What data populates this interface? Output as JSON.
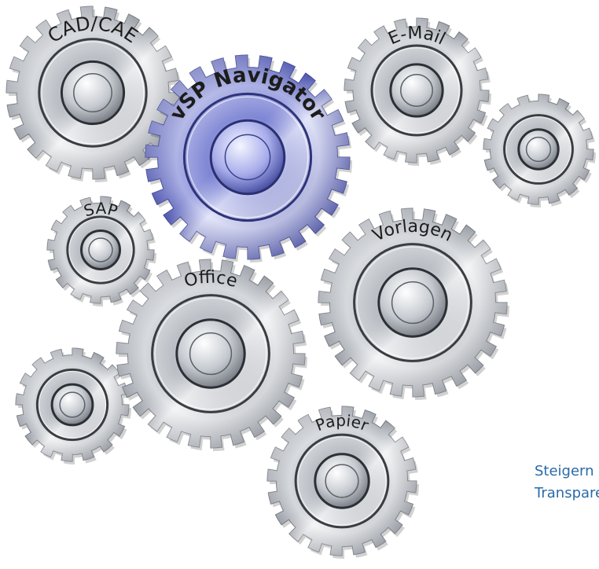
{
  "gears": [
    {
      "id": "cad",
      "label": "CAD/CAE",
      "highlight": false
    },
    {
      "id": "email",
      "label": "E-Mail",
      "highlight": false
    },
    {
      "id": "small-right",
      "label": "",
      "highlight": false
    },
    {
      "id": "vsp",
      "label": "vSP Navigator",
      "highlight": true
    },
    {
      "id": "sap",
      "label": "SAP",
      "highlight": false
    },
    {
      "id": "vorlagen",
      "label": "Vorlagen",
      "highlight": false
    },
    {
      "id": "office",
      "label": "Office",
      "highlight": false
    },
    {
      "id": "small-left",
      "label": "",
      "highlight": false
    },
    {
      "id": "papier",
      "label": "Papier",
      "highlight": false
    }
  ],
  "tagline": {
    "line1": "Steigern Sie di",
    "line2": "Transparenz in"
  },
  "colors": {
    "tagline": "#2a6aa8",
    "highlight_gear": "#5a64c0",
    "steel": "#c8cbd0"
  }
}
